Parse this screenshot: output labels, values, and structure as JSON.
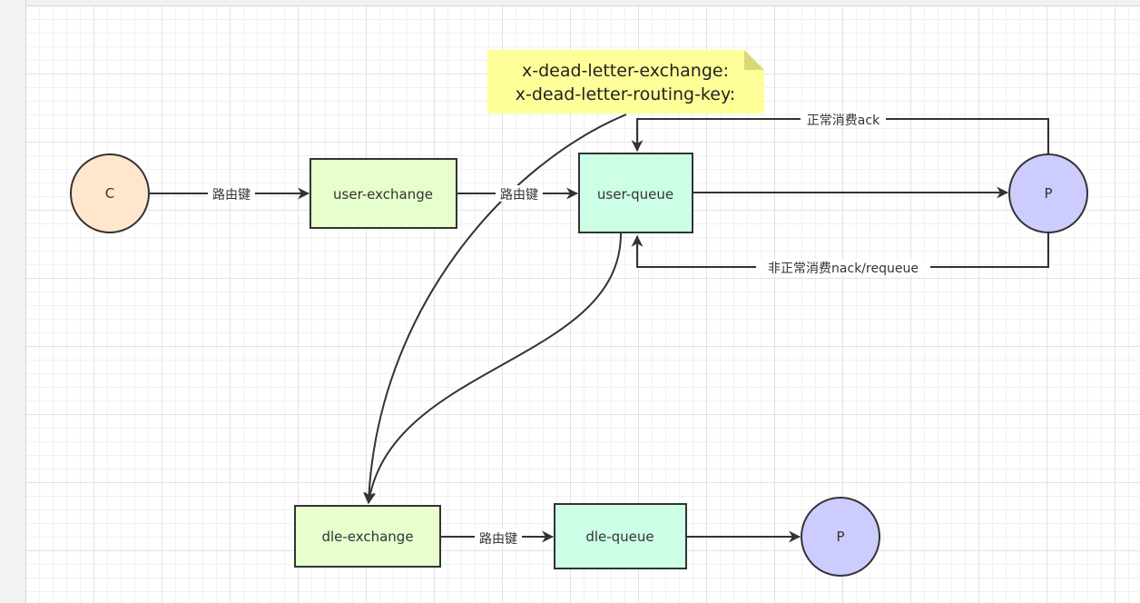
{
  "nodes": {
    "consumer": {
      "label": "C",
      "color": "#ffe6cc"
    },
    "user_exchange": {
      "label": "user-exchange",
      "color": "#e6ffcc"
    },
    "user_queue": {
      "label": "user-queue",
      "color": "#ccffe6"
    },
    "producer_top": {
      "label": "P",
      "color": "#ccccff"
    },
    "dle_exchange": {
      "label": "dle-exchange",
      "color": "#e6ffcc"
    },
    "dle_queue": {
      "label": "dle-queue",
      "color": "#ccffe6"
    },
    "producer_bottom": {
      "label": "P",
      "color": "#ccccff"
    }
  },
  "edges": {
    "c_to_user_exchange": "路由键",
    "user_exchange_to_user_queue": "路由键",
    "ack": "正常消费ack",
    "nack": "非正常消费nack/requeue",
    "dle_exchange_to_dle_queue": "路由键"
  },
  "note": {
    "line1": "x-dead-letter-exchange:",
    "line2": "x-dead-letter-routing-key:",
    "color": "#ffff99"
  }
}
